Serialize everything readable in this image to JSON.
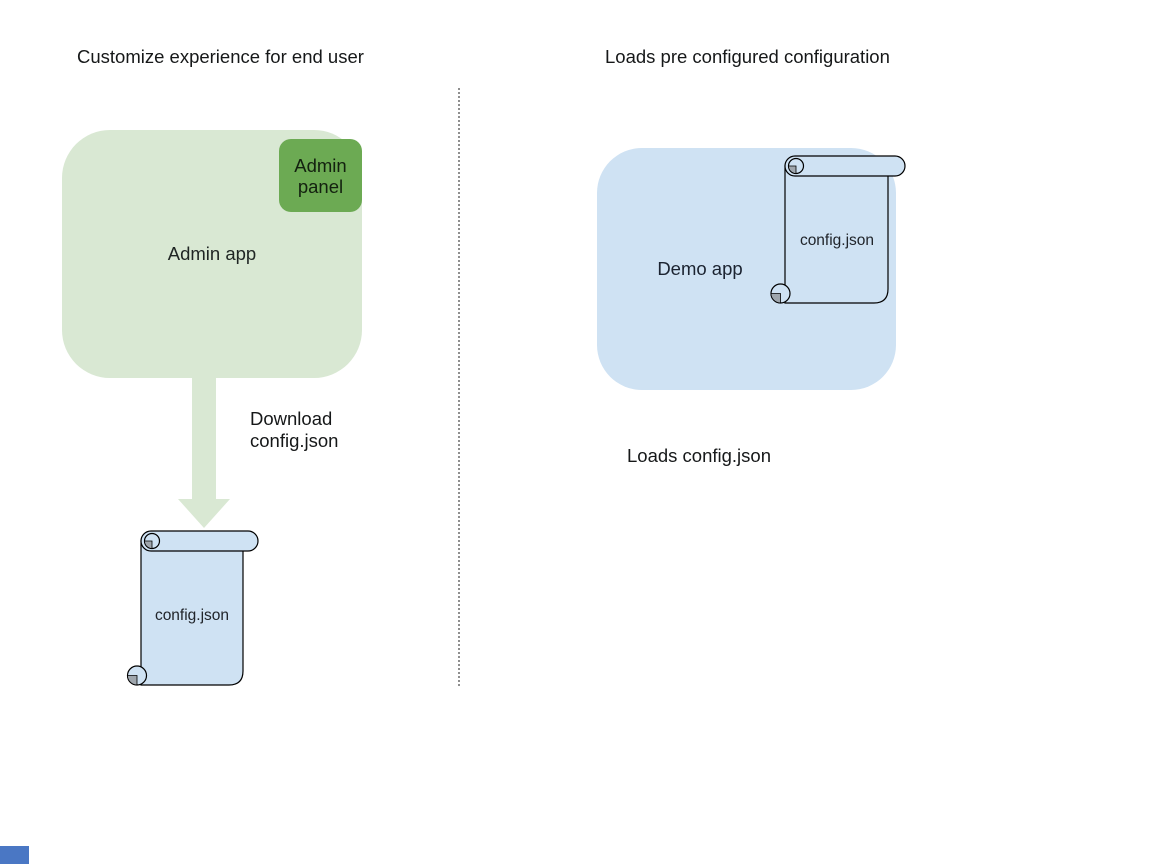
{
  "page": {
    "background": "#ffffff"
  },
  "left_panel": {
    "title": "Customize experience for end user",
    "admin_app": {
      "label": "Admin app",
      "fill": "#d9e8d3"
    },
    "admin_panel": {
      "label": "Admin panel",
      "fill": "#6caa53"
    },
    "download_arrow": {
      "label": "Download config.json",
      "direction": "down",
      "fill": "#d9e8d3"
    },
    "config_file": {
      "label": "config.json",
      "fill": "#cfe2f3",
      "stroke": "#000000",
      "curl_fill": "#9fa6ad"
    }
  },
  "right_panel": {
    "title": "Loads pre configured configuration",
    "demo_app": {
      "label": "Demo app",
      "fill": "#cfe2f3"
    },
    "config_file": {
      "label": "config.json",
      "fill": "#cfe2f3",
      "stroke": "#000000",
      "curl_fill": "#9fa6ad"
    },
    "caption": "Loads config.json"
  },
  "divider": {
    "style": "dotted",
    "color": "#8f8f8f"
  },
  "artifacts": {
    "corner_fragment_color": "#4a77c4"
  }
}
